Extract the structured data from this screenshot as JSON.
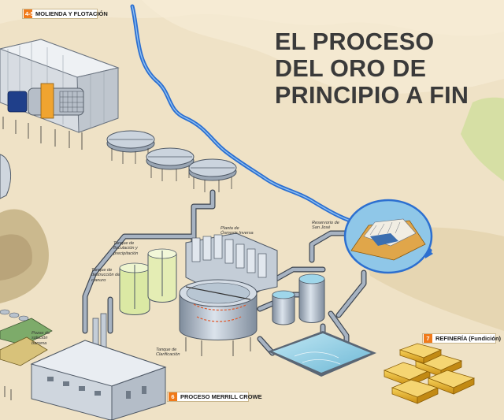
{
  "title_lines": [
    "EL PROCESO",
    "DEL ORO DE",
    "PRINCIPIO A FIN"
  ],
  "sections": {
    "milling": {
      "number": "4-5",
      "label": "MOLIENDA Y FLOTACIÓN"
    },
    "merrill": {
      "number": "6",
      "label": "PROCESO MERRILL CROWE"
    },
    "refinery": {
      "number": "7",
      "label": "REFINERÍA (Fundición)"
    }
  },
  "labels": {
    "pozas": [
      "Pozas de",
      "solución",
      "barrena"
    ],
    "tanque_destruccion": [
      "Tanque de",
      "destrucción de",
      "cianuro"
    ],
    "tanque_floculacion": [
      "Tanque de",
      "floculación y",
      "precipitación"
    ],
    "planta_osmosis": [
      "Planta de",
      "Ósmosis Inversa"
    ],
    "tanque_clarificacion": [
      "Tanque de",
      "Clarificación"
    ],
    "reservorio": [
      "Reservorio de",
      "San José"
    ]
  },
  "colors": {
    "background": "#efe2c6",
    "river": "#2c6fd0",
    "pipe": "#8a98aa",
    "tank": "#aeb9c6",
    "water": "#7ec8e3",
    "gold": "#e8b923",
    "accent": "#f07a1a",
    "title": "#3a3a3a"
  }
}
